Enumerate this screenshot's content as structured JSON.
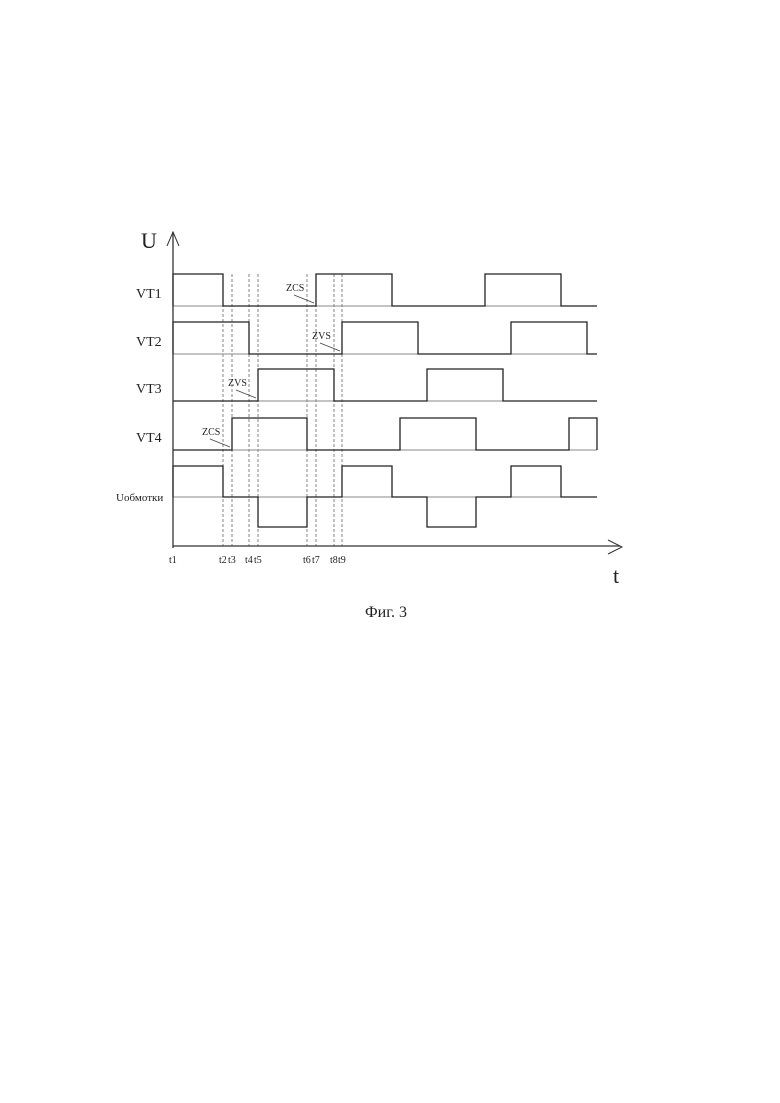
{
  "axes": {
    "y_label": "U",
    "x_label": "t"
  },
  "caption": "Фиг. 3",
  "time_marks": [
    {
      "label": "t1",
      "t": 0
    },
    {
      "label": "t2",
      "t": 50
    },
    {
      "label": "t3",
      "t": 59
    },
    {
      "label": "t4",
      "t": 76
    },
    {
      "label": "t5",
      "t": 85
    },
    {
      "label": "t6",
      "t": 134
    },
    {
      "label": "t7",
      "t": 143
    },
    {
      "label": "t8",
      "t": 161
    },
    {
      "label": "t9",
      "t": 169
    }
  ],
  "t_end": 424,
  "signals": [
    {
      "name": "VT1",
      "pulses": [
        [
          0,
          50
        ],
        [
          143,
          219
        ],
        [
          312,
          388
        ]
      ]
    },
    {
      "name": "VT2",
      "pulses": [
        [
          0,
          76
        ],
        [
          169,
          245
        ],
        [
          338,
          414
        ]
      ]
    },
    {
      "name": "VT3",
      "pulses": [
        [
          85,
          161
        ],
        [
          254,
          330
        ]
      ]
    },
    {
      "name": "VT4",
      "pulses": [
        [
          59,
          134
        ],
        [
          227,
          303
        ],
        [
          396,
          424
        ]
      ]
    }
  ],
  "winding": {
    "name": "Uобмотки",
    "positive": [
      [
        0,
        50
      ],
      [
        169,
        219
      ],
      [
        338,
        388
      ]
    ],
    "negative": [
      [
        85,
        134
      ],
      [
        254,
        303
      ]
    ]
  },
  "annotations": [
    {
      "text": "ZCS",
      "signal": "VT1",
      "t": 143
    },
    {
      "text": "ZVS",
      "signal": "VT2",
      "t": 169
    },
    {
      "text": "ZVS",
      "signal": "VT3",
      "t": 85
    },
    {
      "text": "ZCS",
      "signal": "VT4",
      "t": 59
    }
  ]
}
